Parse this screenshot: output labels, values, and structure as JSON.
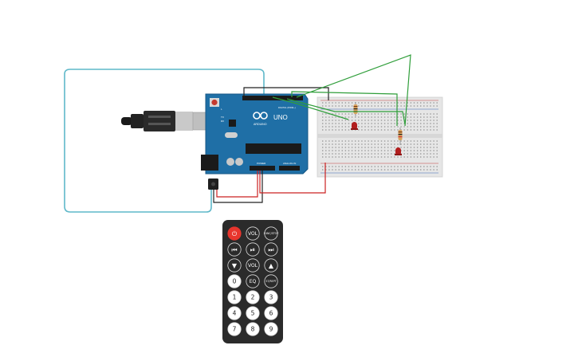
{
  "arduino": {
    "logo_text": "UNO",
    "brand_text": "ARDUINO",
    "digital_label": "DIGITAL (PWM~)",
    "power_label": "POWER",
    "analog_label": "ANALOG IN",
    "tx_label": "TX",
    "rx_label": "RX",
    "l_label": "L"
  },
  "remote": {
    "rows": [
      [
        {
          "label": "⏻",
          "kind": "power"
        },
        {
          "label": "VOL",
          "kind": "text"
        },
        {
          "label": "FUNC/STOP",
          "kind": "text"
        }
      ],
      [
        {
          "label": "⏮",
          "kind": "icon"
        },
        {
          "label": "⏯",
          "kind": "icon"
        },
        {
          "label": "⏭",
          "kind": "icon"
        }
      ],
      [
        {
          "label": "▼",
          "kind": "icon"
        },
        {
          "label": "VOL",
          "kind": "text"
        },
        {
          "label": "▲",
          "kind": "icon"
        }
      ],
      [
        {
          "label": "0",
          "kind": "digit"
        },
        {
          "label": "EQ",
          "kind": "text"
        },
        {
          "label": "ST/REPT",
          "kind": "text"
        }
      ],
      [
        {
          "label": "1",
          "kind": "digit"
        },
        {
          "label": "2",
          "kind": "digit"
        },
        {
          "label": "3",
          "kind": "digit"
        }
      ],
      [
        {
          "label": "4",
          "kind": "digit"
        },
        {
          "label": "5",
          "kind": "digit"
        },
        {
          "label": "6",
          "kind": "digit"
        }
      ],
      [
        {
          "label": "7",
          "kind": "digit"
        },
        {
          "label": "8",
          "kind": "digit"
        },
        {
          "label": "9",
          "kind": "digit"
        }
      ]
    ]
  },
  "colors": {
    "usb_wire": "#5fb8c9",
    "board": "#1f6fa6",
    "wire_green": "#2f9e3a",
    "wire_red": "#cc2222",
    "wire_black": "#222222",
    "led": "#b21e1e",
    "remote_body": "#2b2b2b",
    "power_button": "#e8352d"
  }
}
